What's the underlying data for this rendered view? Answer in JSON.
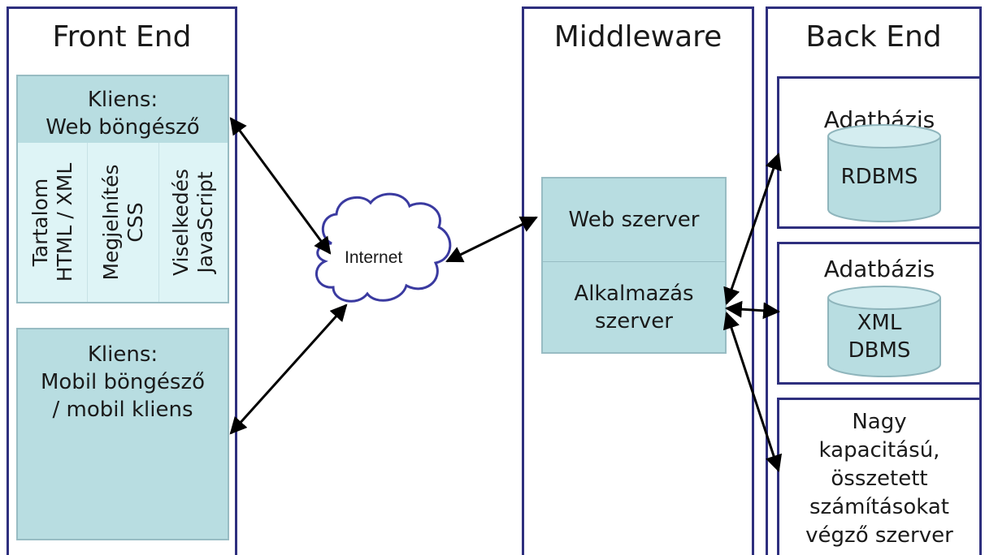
{
  "columns": {
    "front_end": "Front End",
    "middleware": "Middleware",
    "back_end": "Back End"
  },
  "front_end": {
    "web_client": {
      "line1": "Kliens:",
      "line2": "Web böngésző",
      "layers": [
        {
          "line1": "Tartalom",
          "line2": "HTML / XML"
        },
        {
          "line1": "Megjelnítés",
          "line2": "CSS"
        },
        {
          "line1": "Viselkedés",
          "line2": "JavaScript"
        }
      ]
    },
    "mobile_client": {
      "line1": "Kliens:",
      "line2": "Mobil böngésző",
      "line3": "/ mobil kliens"
    }
  },
  "internet": {
    "label": "Internet"
  },
  "middleware": {
    "web_server": "Web szerver",
    "app_server": {
      "line1": "Alkalmazás",
      "line2": "szerver"
    }
  },
  "back_end": {
    "db1": {
      "title": "Adatbázis",
      "engine": "RDBMS"
    },
    "db2": {
      "title": "Adatbázis",
      "engine_line1": "XML",
      "engine_line2": "DBMS"
    },
    "compute": {
      "line1": "Nagy",
      "line2": "kapacitású,",
      "line3": "összetett",
      "line4": "számításokat",
      "line5": "végző szerver"
    }
  },
  "colors": {
    "border": "#2e2f7e",
    "box_fill": "#b8dde1",
    "layer_fill": "#def4f6",
    "cloud_stroke": "#3a3aa0"
  }
}
